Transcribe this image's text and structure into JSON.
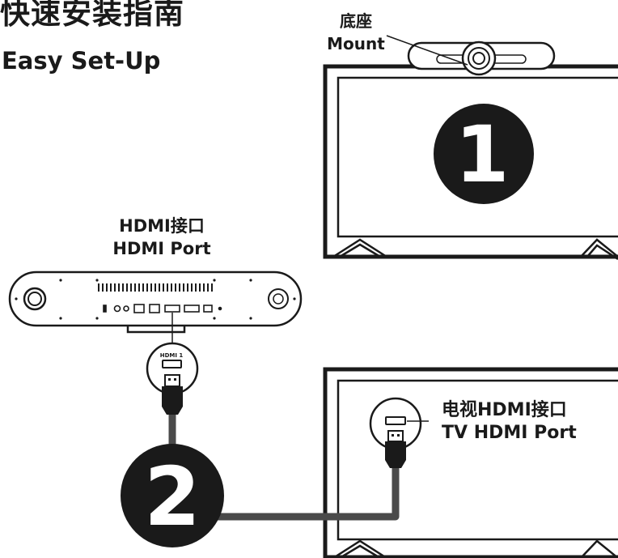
{
  "title": {
    "chinese": "快速安装指南",
    "english": "Easy Set-Up"
  },
  "mount": {
    "label_cn": "底座",
    "label_en": "Mount"
  },
  "device_port": {
    "label_cn": "HDMI接口",
    "label_en": "HDMI Port",
    "port_tag": "HDMI 1"
  },
  "tv_port": {
    "label_cn": "电视HDMI接口",
    "label_en": "TV HDMI Port"
  },
  "steps": {
    "one": "1",
    "two": "2"
  },
  "colors": {
    "ink": "#1a1a1a",
    "cable": "#4a4a4a",
    "circle": "#1a1a1a",
    "background": "#ffffff"
  }
}
